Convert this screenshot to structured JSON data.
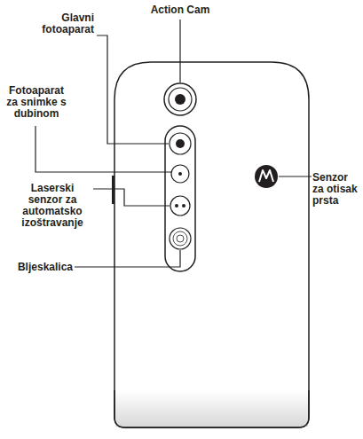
{
  "diagram": {
    "labels": [
      "Action Cam",
      "Glavni fotoaparat",
      "Fotoaparat za snimke s dubinom",
      "Laserski senzor za automatsko izoštravanje",
      "Senzor za otisak prsta",
      "Bljeskalica"
    ]
  }
}
